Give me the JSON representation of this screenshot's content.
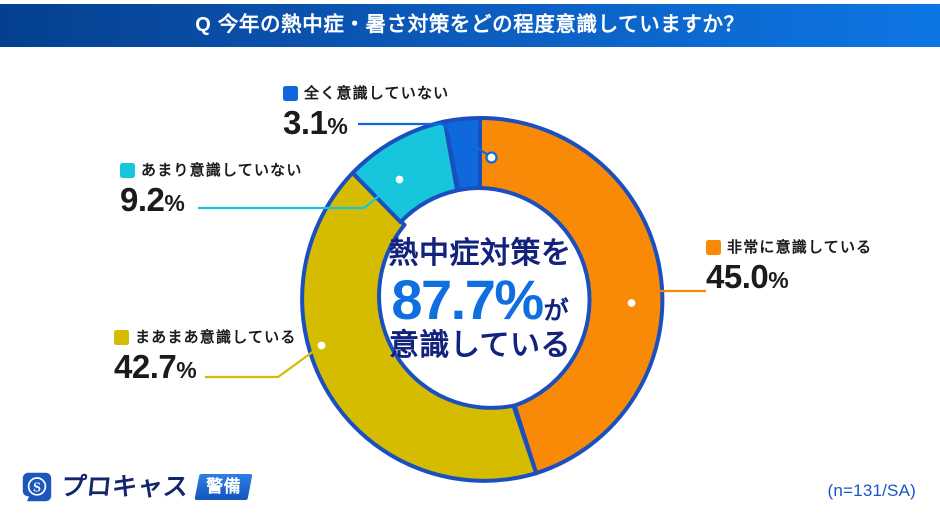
{
  "header": {
    "q_marker": "Q",
    "title": "今年の熱中症・暑さ対策をどの程度意識していますか？"
  },
  "center": {
    "line1": "熱中症対策を",
    "percent": "87.7%",
    "suffix": "が",
    "line3": "意識している"
  },
  "callouts": {
    "very": {
      "label": "非常に意識している",
      "value": "45.0",
      "unit": "%",
      "color": "#f88a07"
    },
    "somewhat": {
      "label": "まあまあ意識している",
      "value": "42.7",
      "unit": "%",
      "color": "#d6bc00"
    },
    "not_much": {
      "label": "あまり意識していない",
      "value": "9.2",
      "unit": "%",
      "color": "#17c6dc"
    },
    "not_at_all": {
      "label": "全く意識していない",
      "value": "3.1",
      "unit": "%",
      "color": "#1069dc"
    }
  },
  "footer": {
    "logo_text": "プロキャス",
    "logo_badge": "警備",
    "logo_mark_letter": "S",
    "sample_note": "(n=131/SA)"
  },
  "colors": {
    "header_left": "#03408f",
    "header_right": "#0d76e4",
    "ring_stroke": "#1a4fc0",
    "navy_text": "#12227d",
    "accent_blue": "#106fe0"
  },
  "chart_data": {
    "type": "pie",
    "title": "今年の熱中症・暑さ対策をどの程度意識していますか？",
    "subtitle": "熱中症対策を87.7%が意識している",
    "donut": true,
    "inner_radius_ratio": 0.615,
    "start_angle_deg": 0,
    "direction": "clockwise",
    "sample_size": 131,
    "sample_note": "(n=131/SA)",
    "categories": [
      "非常に意識している",
      "まあまあ意識している",
      "あまり意識していない",
      "全く意識していない"
    ],
    "values": [
      45.0,
      42.7,
      9.2,
      3.1
    ],
    "colors": [
      "#f88a07",
      "#d6bc00",
      "#17c6dc",
      "#1069dc"
    ],
    "units": "%",
    "legend_position": "callouts",
    "annotations": [
      "熱中症対策を",
      "87.7%",
      "が",
      "意識している"
    ]
  }
}
